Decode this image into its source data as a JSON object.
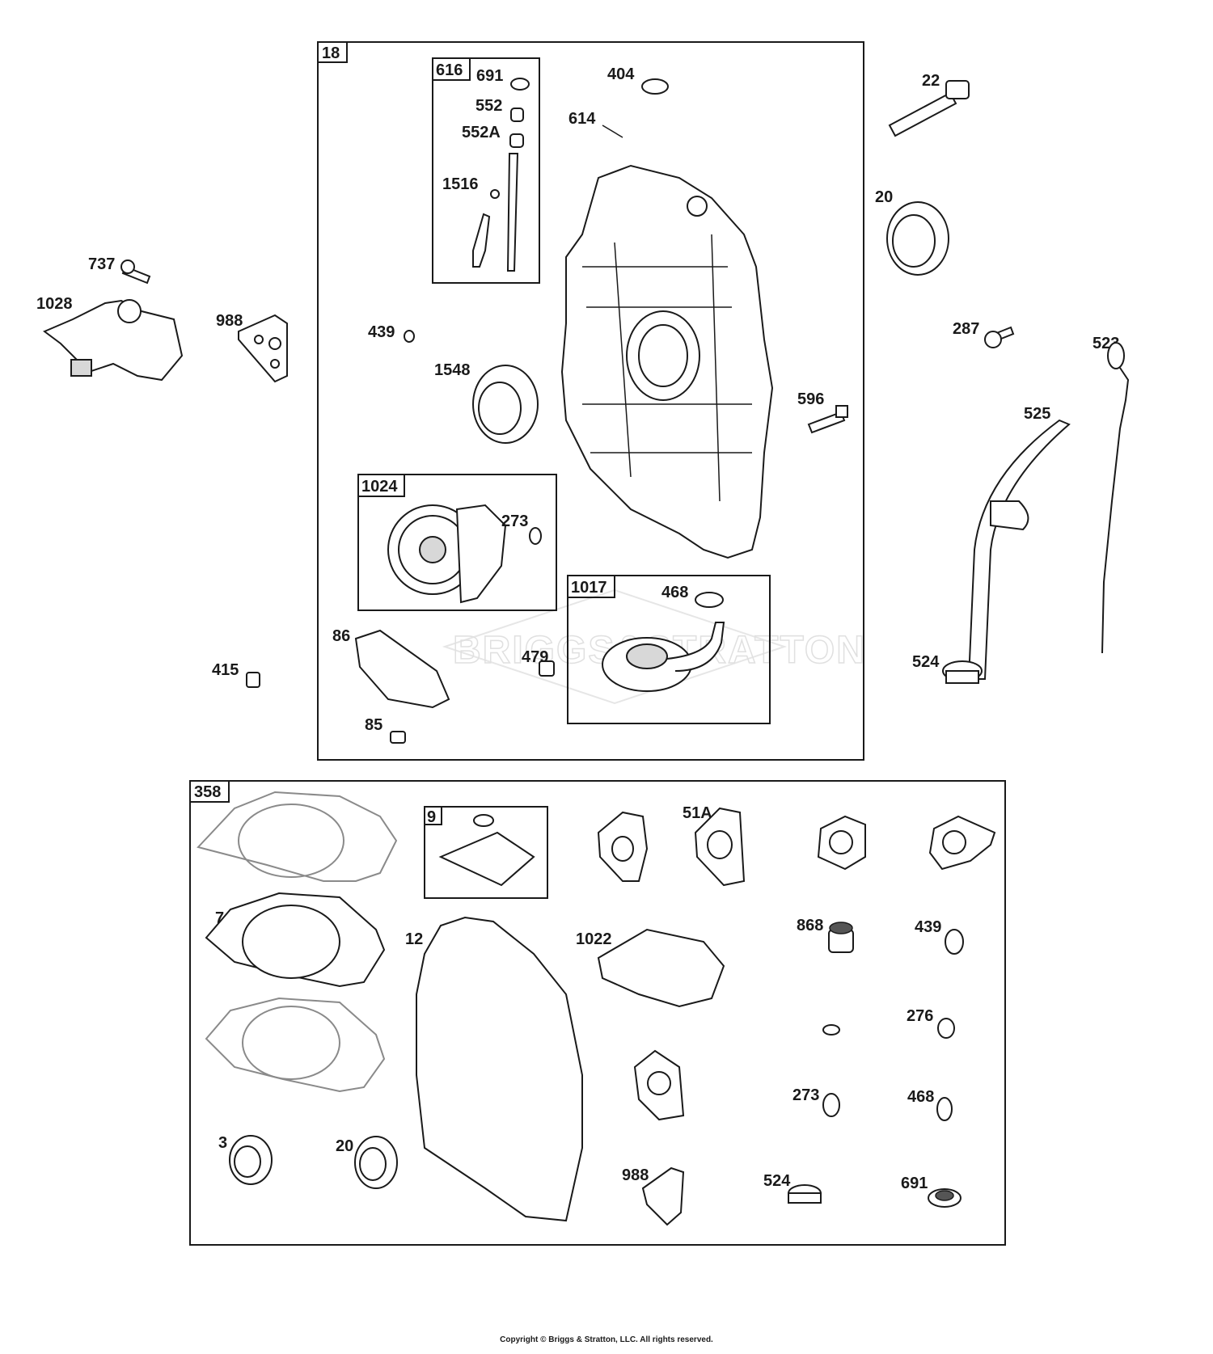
{
  "watermark": "BRIGGS&STRATTON",
  "copyright": "Copyright © Briggs & Stratton, LLC. All rights reserved.",
  "boxes": {
    "b18": "18",
    "b616": "616",
    "b1024": "1024",
    "b1017": "1017",
    "b358": "358",
    "b9": "9"
  },
  "labels": {
    "l691a": "691",
    "l552": "552",
    "l552A": "552A",
    "l1516": "1516",
    "l404": "404",
    "l614": "614",
    "l22": "22",
    "l20a": "20",
    "l737": "737",
    "l1028": "1028",
    "l988a": "988",
    "l439a": "439",
    "l1548": "1548",
    "l287": "287",
    "l523": "523",
    "l596": "596",
    "l525": "525",
    "l273a": "273",
    "l468a": "468",
    "l86": "86",
    "l415": "415",
    "l479": "479",
    "l524a": "524",
    "l85": "85",
    "l51A": "51A",
    "l7": "7",
    "l12": "12",
    "l1022": "1022",
    "l868": "868",
    "l439b": "439",
    "l276": "276",
    "l273b": "273",
    "l468b": "468",
    "l3": "3",
    "l20b": "20",
    "l988b": "988",
    "l524b": "524",
    "l691b": "691"
  }
}
